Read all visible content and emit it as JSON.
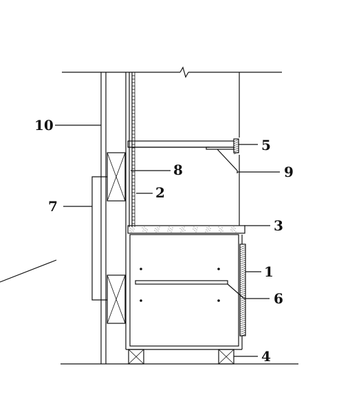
{
  "drawing": {
    "callouts": [
      {
        "id": "1",
        "text": "1"
      },
      {
        "id": "2",
        "text": "2"
      },
      {
        "id": "3",
        "text": "3"
      },
      {
        "id": "4",
        "text": "4"
      },
      {
        "id": "5",
        "text": "5"
      },
      {
        "id": "6",
        "text": "6"
      },
      {
        "id": "7",
        "text": "7"
      },
      {
        "id": "8",
        "text": "8"
      },
      {
        "id": "9",
        "text": "9"
      },
      {
        "id": "10",
        "text": "10"
      }
    ],
    "colors": {
      "ink": "#111111",
      "background": "#ffffff"
    }
  }
}
